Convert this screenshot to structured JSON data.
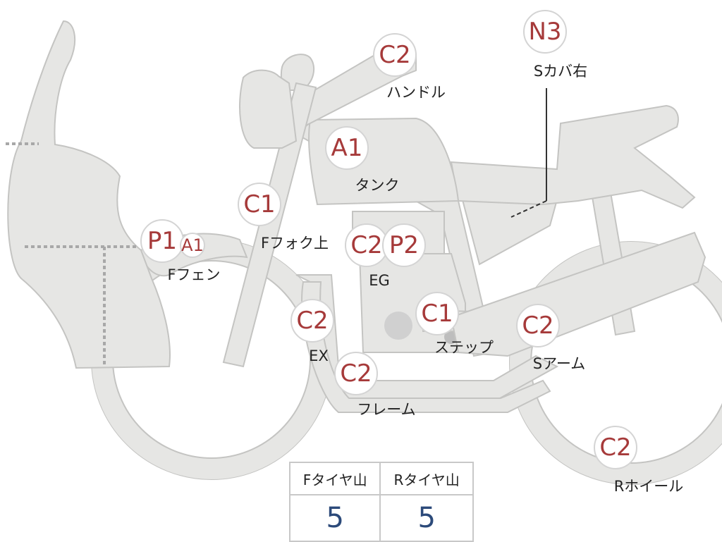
{
  "badges": [
    {
      "id": "handle",
      "grade": "C2"
    },
    {
      "id": "scover-right",
      "grade": "N3"
    },
    {
      "id": "tank",
      "grade": "A1"
    },
    {
      "id": "ffork-upper",
      "grade": "C1"
    },
    {
      "id": "ffender",
      "grade": "P1"
    },
    {
      "id": "ffender-sub",
      "grade": "A1"
    },
    {
      "id": "eg-1",
      "grade": "C2"
    },
    {
      "id": "eg-2",
      "grade": "P2"
    },
    {
      "id": "ex",
      "grade": "C2"
    },
    {
      "id": "step",
      "grade": "C1"
    },
    {
      "id": "sarm",
      "grade": "C2"
    },
    {
      "id": "frame",
      "grade": "C2"
    },
    {
      "id": "rwheel",
      "grade": "C2"
    }
  ],
  "labels": {
    "handle": "ハンドル",
    "scover_right": "Sカバ右",
    "tank": "タンク",
    "ffork_upper": "Fフォク上",
    "ffender": "Fフェン",
    "eg": "EG",
    "ex": "EX",
    "step": "ステップ",
    "sarm": "Sアーム",
    "frame": "フレーム",
    "rwheel": "Rホイール"
  },
  "tire_table": {
    "headers": [
      "Fタイヤ山",
      "Rタイヤ山"
    ],
    "values": [
      "5",
      "5"
    ]
  },
  "colors": {
    "grade_text": "#a63a3a",
    "tire_value": "#2c4a7a",
    "body_fill": "#e6e6e4"
  }
}
